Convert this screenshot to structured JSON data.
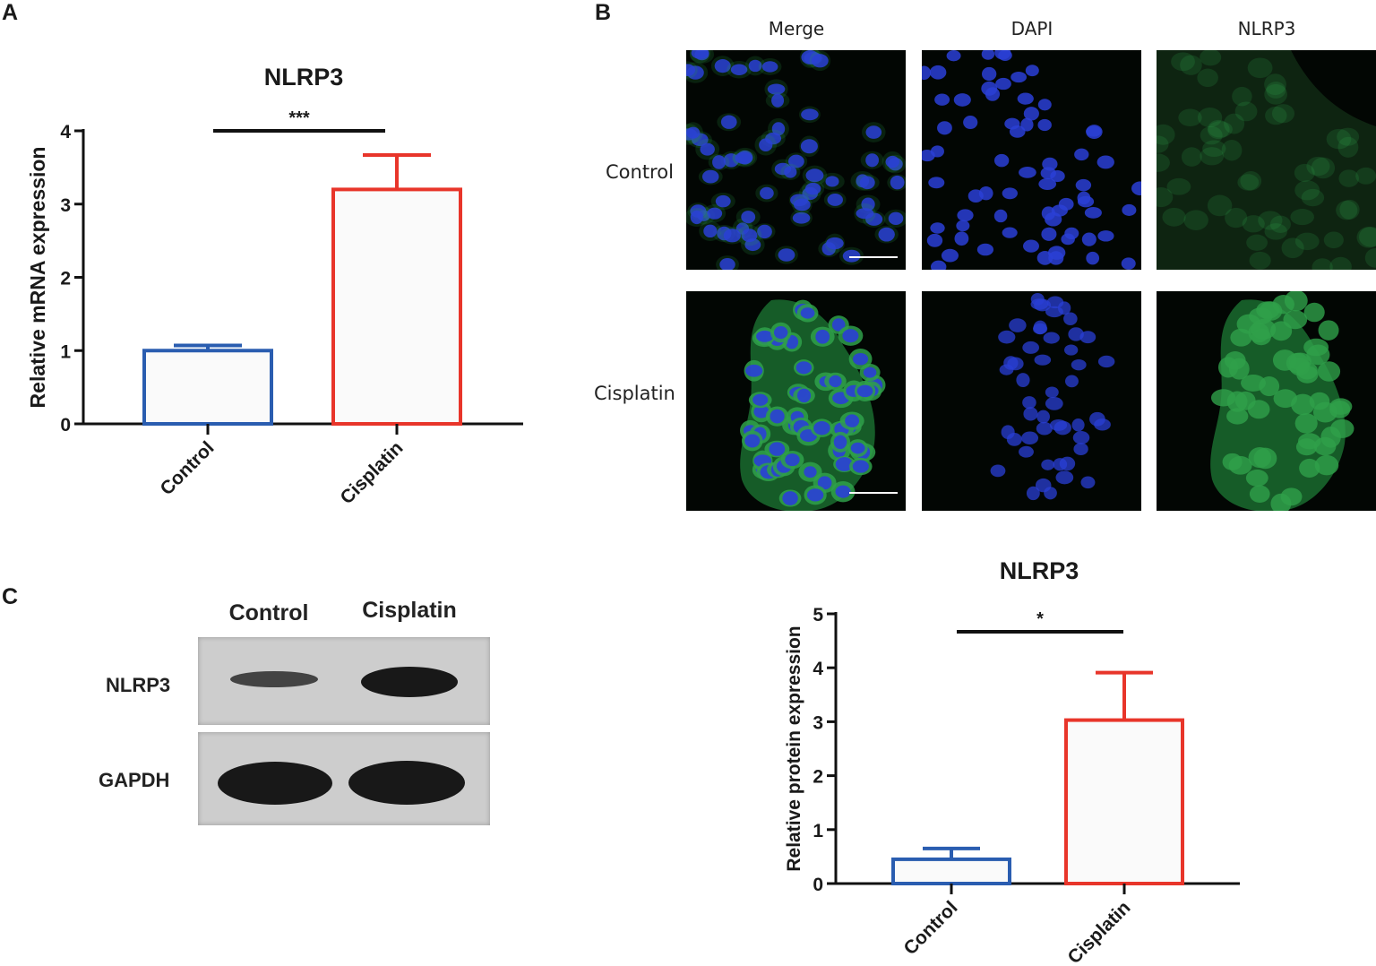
{
  "panels": {
    "a": "A",
    "b": "B",
    "c": "C"
  },
  "colors": {
    "control": "#2a5db0",
    "cisplatin": "#e8352a",
    "bar_fill": "#fafafa",
    "nuclei": "#2a3fd6",
    "nlrp3_stain": "#2fa04a"
  },
  "chart_data": [
    {
      "type": "bar",
      "title": "NLRP3",
      "ylabel": "Relative mRNA expression",
      "xlabel": "",
      "categories": [
        "Control",
        "Cisplatin"
      ],
      "values": [
        1.0,
        3.2
      ],
      "error": [
        0.07,
        0.47
      ],
      "ylim": [
        0,
        4
      ],
      "yticks": [
        "0",
        "1",
        "2",
        "3",
        "4"
      ],
      "significance": "***",
      "grid": false
    },
    {
      "type": "bar",
      "title": "NLRP3",
      "ylabel": "Relative protein expression",
      "xlabel": "",
      "categories": [
        "Control",
        "Cisplatin"
      ],
      "values": [
        0.45,
        3.03
      ],
      "error": [
        0.2,
        0.88
      ],
      "ylim": [
        0,
        5
      ],
      "yticks": [
        "0",
        "1",
        "2",
        "3",
        "4",
        "5"
      ],
      "significance": "*",
      "grid": false
    }
  ],
  "microscopy": {
    "columns": [
      "Merge",
      "DAPI",
      "NLRP3"
    ],
    "rows": [
      "Control",
      "Cisplatin"
    ]
  },
  "western_blot": {
    "columns": [
      "Control",
      "Cisplatin"
    ],
    "rows": [
      "NLRP3",
      "GAPDH"
    ]
  }
}
